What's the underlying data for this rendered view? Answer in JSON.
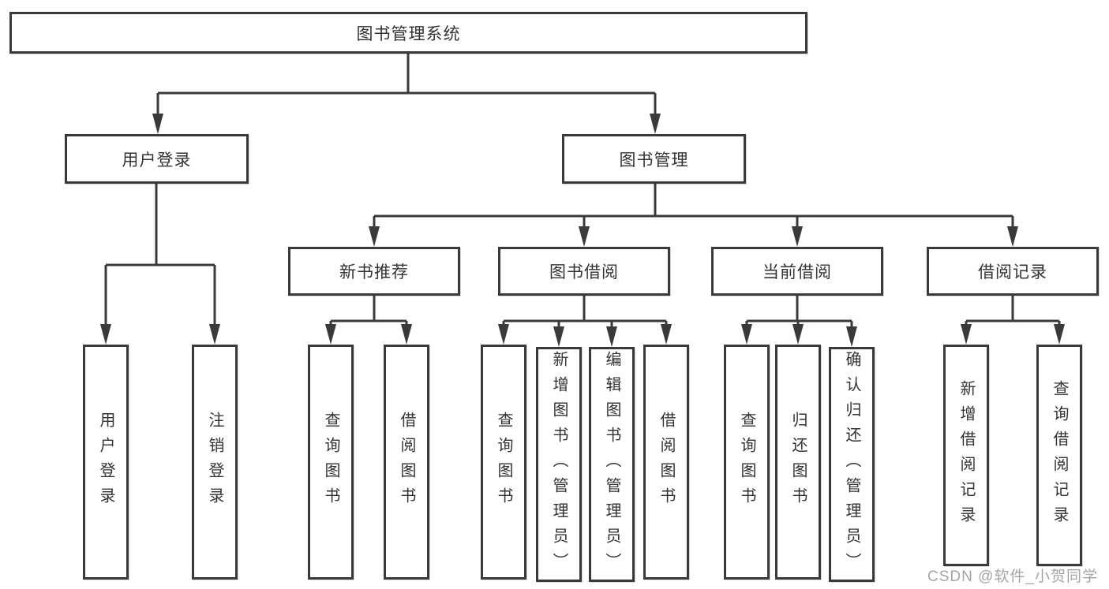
{
  "title": "图书管理系统",
  "tree": {
    "label": "图书管理系统",
    "children": [
      {
        "label": "用户登录",
        "children": [
          {
            "label": "用户登录"
          },
          {
            "label": "注销登录"
          }
        ]
      },
      {
        "label": "图书管理",
        "children": [
          {
            "label": "新书推荐",
            "children": [
              {
                "label": "查询图书"
              },
              {
                "label": "借阅图书"
              }
            ]
          },
          {
            "label": "图书借阅",
            "children": [
              {
                "label": "查询图书"
              },
              {
                "label": "新增图书（管理员）"
              },
              {
                "label": "编辑图书（管理员）"
              },
              {
                "label": "借阅图书"
              }
            ]
          },
          {
            "label": "当前借阅",
            "children": [
              {
                "label": "查询图书"
              },
              {
                "label": "归还图书"
              },
              {
                "label": "确认归还（管理员）"
              }
            ]
          },
          {
            "label": "借阅记录",
            "children": [
              {
                "label": "新增借阅记录"
              },
              {
                "label": "查询借阅记录"
              }
            ]
          }
        ]
      }
    ]
  },
  "watermark": "CSDN @软件_小贺同学",
  "colors": {
    "line": "#3a3a3a",
    "text": "#333333",
    "background": "#ffffff",
    "watermark": "#949494"
  }
}
